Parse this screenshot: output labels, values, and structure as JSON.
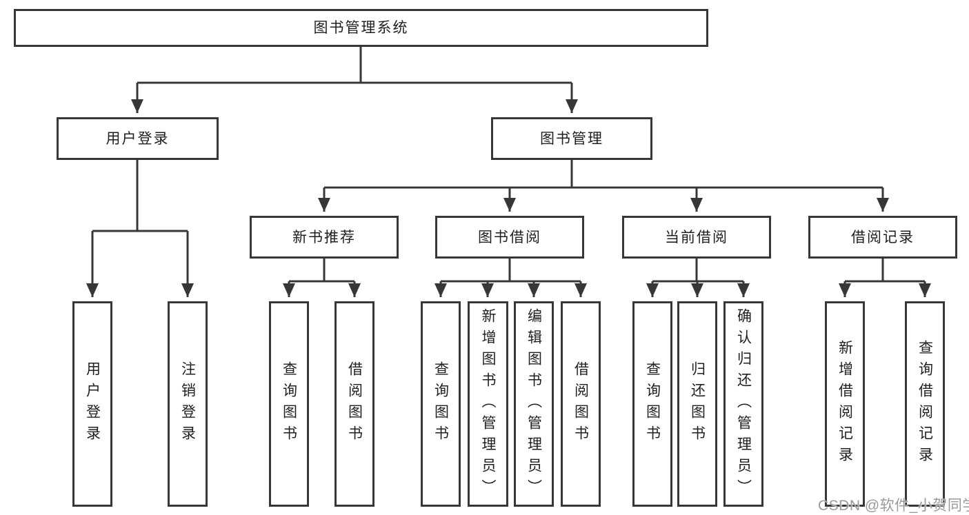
{
  "colors": {
    "background": "#ffffff",
    "line": "#373737",
    "box_border": "#373737",
    "text": "#1f1f1f",
    "watermark": "#9a9a9a"
  },
  "watermark": {
    "text": "CSDN @软件_小贺同学"
  },
  "tree": {
    "root": {
      "label": "图书管理系统"
    },
    "user": {
      "label": "用户登录",
      "children": [
        {
          "label": "用户登录"
        },
        {
          "label": "注销登录"
        }
      ]
    },
    "book": {
      "label": "图书管理",
      "sections": [
        {
          "label": "新书推荐",
          "children": [
            {
              "label": "查询图书"
            },
            {
              "label": "借阅图书"
            }
          ]
        },
        {
          "label": "图书借阅",
          "children": [
            {
              "label": "查询图书"
            },
            {
              "label": "新增图书（管理员）"
            },
            {
              "label": "编辑图书（管理员）"
            },
            {
              "label": "借阅图书"
            }
          ]
        },
        {
          "label": "当前借阅",
          "children": [
            {
              "label": "查询图书"
            },
            {
              "label": "归还图书"
            },
            {
              "label": "确认归还（管理员）"
            }
          ]
        },
        {
          "label": "借阅记录",
          "children": [
            {
              "label": "新增借阅记录"
            },
            {
              "label": "查询借阅记录"
            }
          ]
        }
      ]
    }
  }
}
